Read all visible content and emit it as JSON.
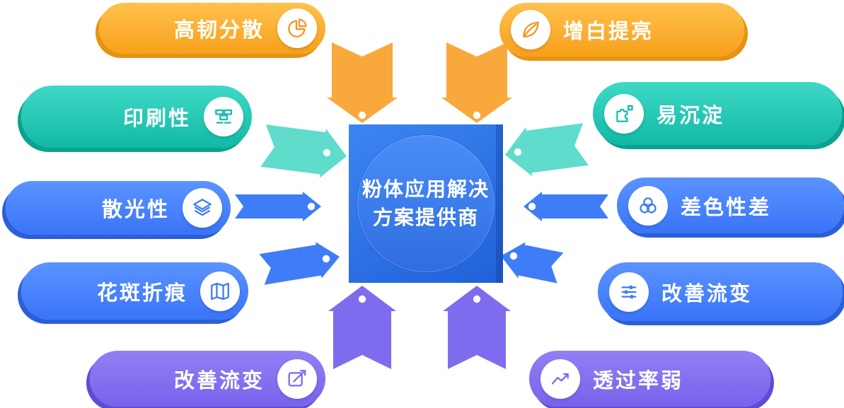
{
  "center": {
    "title_line1": "粉体应用解决",
    "title_line2": "方案提供商"
  },
  "left_items": [
    {
      "label": "高韧分散",
      "icon": "pie-chart-icon",
      "theme": "orange"
    },
    {
      "label": "印刷性",
      "icon": "bricks-icon",
      "theme": "teal"
    },
    {
      "label": "散光性",
      "icon": "layers-icon",
      "theme": "blue"
    },
    {
      "label": "花斑折痕",
      "icon": "map-icon",
      "theme": "blue"
    },
    {
      "label": "改善流变",
      "icon": "edit-chart-icon",
      "theme": "purple"
    }
  ],
  "right_items": [
    {
      "label": "增白提亮",
      "icon": "leaf-icon",
      "theme": "orange"
    },
    {
      "label": "易沉淀",
      "icon": "puzzle-icon",
      "theme": "teal"
    },
    {
      "label": "差色性差",
      "icon": "color-circles-icon",
      "theme": "blue"
    },
    {
      "label": "改善流变",
      "icon": "sliders-icon",
      "theme": "blue"
    },
    {
      "label": "透过率弱",
      "icon": "line-chart-icon",
      "theme": "purple"
    }
  ],
  "colors": {
    "background": "#FFFFFF",
    "center_gradient": [
      "#3C85F2",
      "#2061D8"
    ],
    "center_text": "#FFFFFF",
    "palette": {
      "orange": {
        "from": "#FFC14D",
        "to": "#F7A01B",
        "dark": "#E89212",
        "arrow": "#F9A93C",
        "glyph": "#F7941E"
      },
      "teal": {
        "from": "#3FD9C6",
        "to": "#12B9A6",
        "dark": "#0AA290",
        "arrow": "#5FDCCB",
        "glyph": "#16BCA9"
      },
      "blue": {
        "from": "#5B93FF",
        "to": "#3974F8",
        "dark": "#2B5FD9",
        "arrow": "#3F7DF8",
        "glyph": "#3E7BF7"
      },
      "purple": {
        "from": "#9180F3",
        "to": "#7763EC",
        "dark": "#5F4CD6",
        "arrow": "#7E6CEF",
        "glyph": "#7B68EE"
      }
    }
  }
}
